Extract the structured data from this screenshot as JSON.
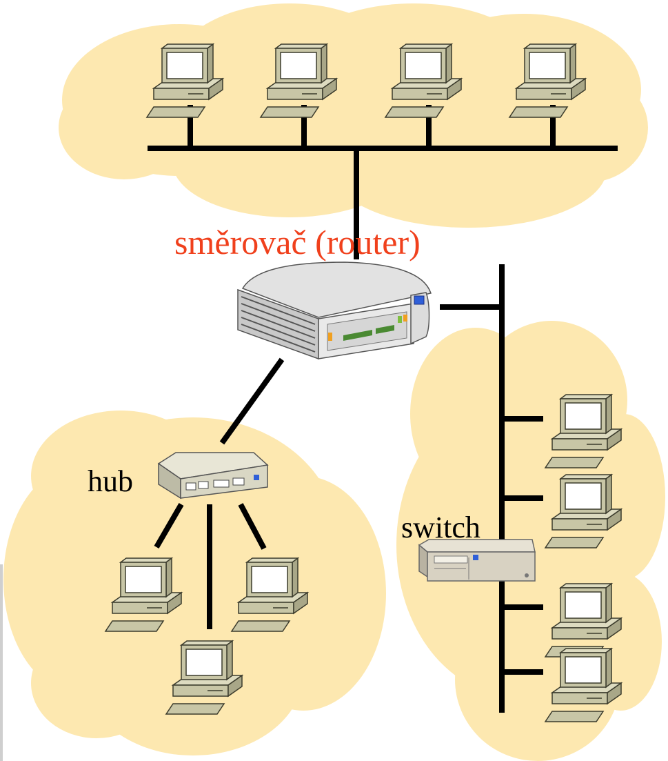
{
  "labels": {
    "router": "směrovač (router)",
    "hub": "hub",
    "switch": "switch"
  },
  "colors": {
    "cloud": "#fde8b0",
    "cable": "#000000",
    "router_label": "#f0401c",
    "text": "#000000",
    "pc_body": "#c8c6a6",
    "pc_screen": "#ffffff"
  },
  "icons": {
    "computer": "desktop-computer-icon",
    "router": "router-icon",
    "hub": "hub-icon",
    "switch": "switch-icon"
  },
  "networks": [
    {
      "id": "top-lan",
      "device": "bus",
      "computers": 4
    },
    {
      "id": "hub-lan",
      "device": "hub",
      "computers": 3
    },
    {
      "id": "switch-lan",
      "device": "switch",
      "computers": 4
    }
  ]
}
